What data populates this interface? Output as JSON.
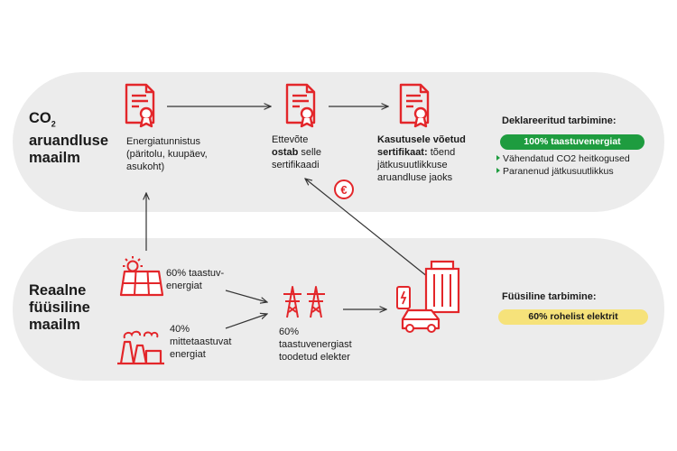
{
  "top_world": {
    "title_line1": "CO",
    "title_sub": "2",
    "title_line2": "aruandluse",
    "title_line3": "maailm"
  },
  "bottom_world": {
    "title_line1": "Reaalne",
    "title_line2": "füüsiline",
    "title_line3": "maailm"
  },
  "cert1": {
    "line1": "Energiatunnistus",
    "line2": "(päritolu, kuupäev,",
    "line3": "asukoht)"
  },
  "cert2": {
    "line1": "Ettevõte",
    "line2_bold": "ostab",
    "line2_rest": " selle",
    "line3": "sertifikaadi"
  },
  "cert3": {
    "line1": "Kasutusele võetud",
    "line2_bold": "sertifikaat:",
    "line2_rest": " tõend",
    "line3": "jätkusuutlikkuse",
    "line4": "aruandluse jaoks"
  },
  "declared": {
    "header": "Deklareeritud tarbimine:",
    "pill": "100% taastuvenergiat",
    "bullets": [
      "Vähendatud CO2 heitkogused",
      "Paranenud jätkusuutlikkus"
    ]
  },
  "solar": {
    "line1": "60% taastuv-",
    "line2": "energiat"
  },
  "nonrenew": {
    "line1": "40%",
    "line2": "mittetaastuvat",
    "line3": "energiat"
  },
  "grid": {
    "line1": "60%",
    "line2": "taastuvenergiast",
    "line3": "toodetud elekter"
  },
  "physical": {
    "header": "Füüsiline tarbimine:",
    "pill": "60% rohelist elektrit"
  },
  "euro_symbol": "€",
  "colors": {
    "accent": "#e3262a",
    "band": "#ececec",
    "green": "#1e9c3f",
    "yellow": "#f6e27a"
  },
  "icons": [
    "certificate-icon",
    "solar-panel-icon",
    "factory-icon",
    "power-pylon-icon",
    "building-icon",
    "electric-car-icon",
    "euro-coin-icon"
  ]
}
